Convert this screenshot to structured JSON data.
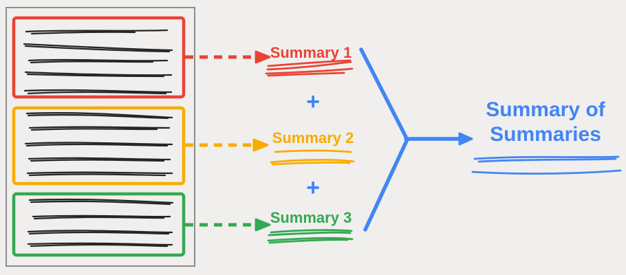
{
  "colors": {
    "background": "#f0efed",
    "frame": "#8c8c8c",
    "ink": "#262626",
    "red": "#ea4335",
    "orange": "#f9ab00",
    "green": "#34a853",
    "blue": "#4285f4"
  },
  "source_document": {
    "chunks": [
      {
        "accent": "red",
        "text_lines": 5
      },
      {
        "accent": "orange",
        "text_lines": 5
      },
      {
        "accent": "green",
        "text_lines": 4
      }
    ]
  },
  "summaries": [
    {
      "label": "Summary 1",
      "accent": "red"
    },
    {
      "label": "Summary 2",
      "accent": "orange"
    },
    {
      "label": "Summary 3",
      "accent": "green"
    }
  ],
  "plus_sign": "+",
  "result": {
    "line1": "Summary of",
    "line2": "Summaries"
  }
}
